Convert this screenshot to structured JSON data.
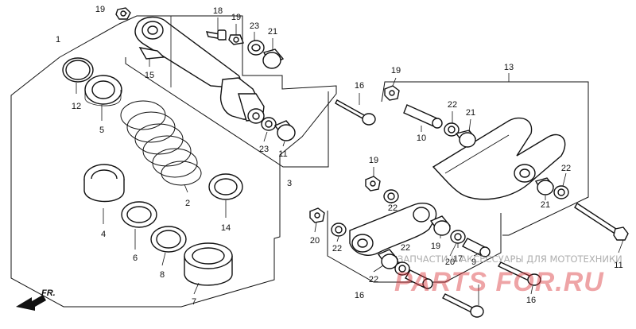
{
  "diagram": {
    "direction_label": "FR.",
    "watermark_top": "ЗАПЧАСТИ И АКСЕССУАРЫ ДЛЯ МОТОТЕХНИКИ",
    "watermark_brand": "PARTS FOR.RU",
    "part_labels": [
      "19",
      "18",
      "19",
      "23",
      "21",
      "1",
      "12",
      "15",
      "5",
      "2",
      "4",
      "14",
      "6",
      "8",
      "7",
      "23",
      "11",
      "3",
      "16",
      "19",
      "13",
      "22",
      "21",
      "10",
      "22",
      "21",
      "19",
      "22",
      "20",
      "22",
      "19",
      "17",
      "11",
      "22",
      "22",
      "20",
      "9",
      "16",
      "16"
    ]
  }
}
